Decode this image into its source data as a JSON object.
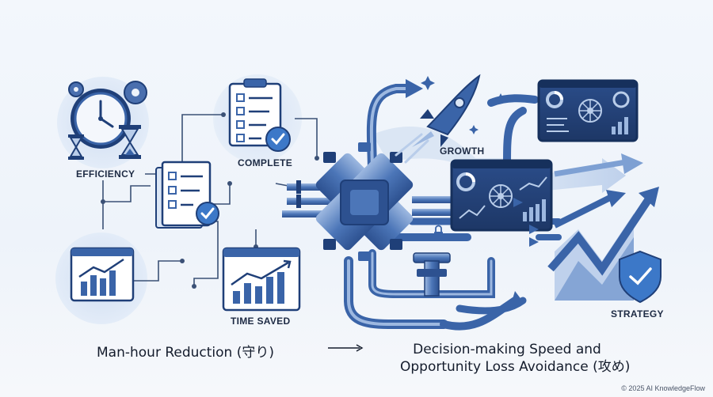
{
  "labels": {
    "efficiency": "EFFICIENCY",
    "complete": "COMPLETE",
    "time_saved": "TIME SAVED",
    "growth": "GROWTH",
    "strategy": "STRATEGY"
  },
  "captions": {
    "left": "Man-hour Reduction (守り)",
    "right_line1": "Decision-making Speed and",
    "right_line2": "Opportunity Loss Avoidance (攻め)"
  },
  "copyright": "© 2025 AI KnowledgeFlow",
  "colors": {
    "primary": "#3a64a8",
    "dark": "#1f3f78",
    "light": "#b9cdea",
    "pale": "#dbe6f5",
    "check": "#3c78c8"
  },
  "icons": [
    "clock-icon",
    "hourglass-icon",
    "gear-icon",
    "checklist-icon",
    "check-badge-icon",
    "bar-chart-icon",
    "pipe-hub-icon",
    "rocket-icon",
    "dashboard-icon",
    "growth-arrow-icon",
    "shield-check-icon",
    "lock-icon"
  ]
}
